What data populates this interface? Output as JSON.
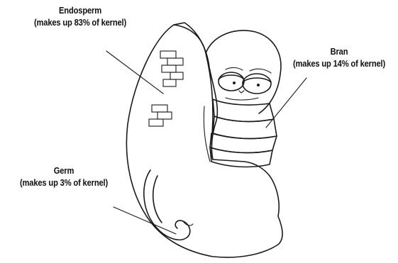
{
  "labels": {
    "endosperm": {
      "name": "Endosperm",
      "detail": "(makes up 83% of kernel)"
    },
    "bran": {
      "name": "Bran",
      "detail": "(makes up 14% of kernel)"
    },
    "germ": {
      "name": "Germ",
      "detail": "(makes up 3% of kernel)"
    }
  }
}
